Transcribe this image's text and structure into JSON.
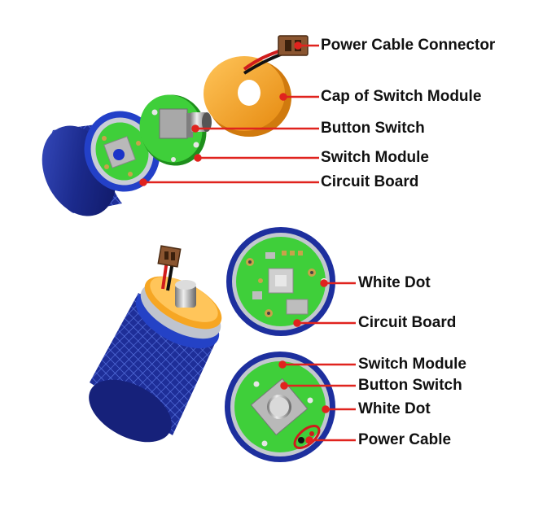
{
  "colors": {
    "leader_line": "#e0231e",
    "pcb_green": "#3fcf3a",
    "cap_orange": "#f6a623",
    "body_blue": "#1f2f9e",
    "ring_blue": "#2a4bd0",
    "text": "#111111"
  },
  "labels": {
    "power_cable_connector": "Power Cable Connector",
    "cap_of_switch_module": "Cap of Switch Module",
    "button_switch_top": "Button Switch",
    "switch_module_top": "Switch Module",
    "circuit_board_top": "Circuit Board",
    "white_dot_1": "White Dot",
    "circuit_board_2": "Circuit Board",
    "switch_module_2": "Switch Module",
    "button_switch_2": "Button Switch",
    "white_dot_2": "White Dot",
    "power_cable": "Power Cable"
  }
}
